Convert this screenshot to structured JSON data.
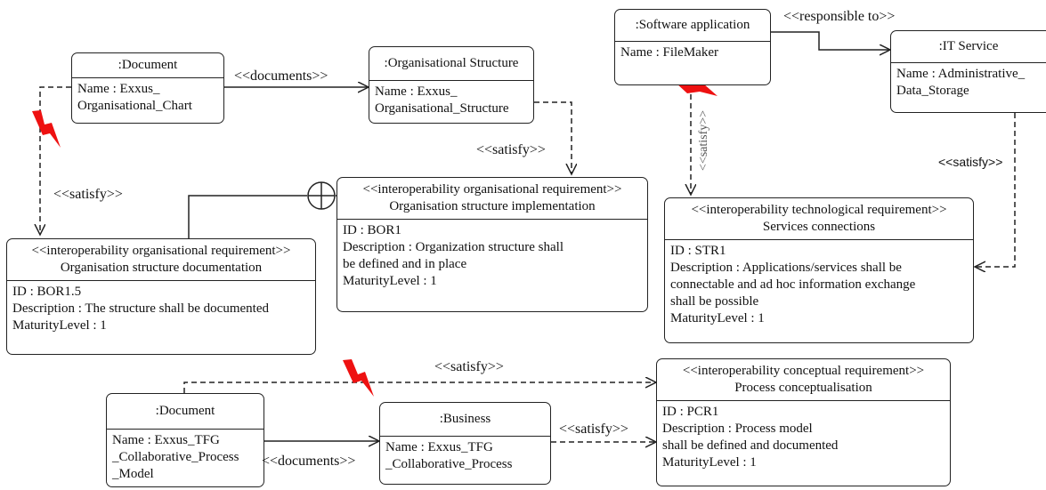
{
  "nodes": {
    "doc1": {
      "title": ":Document",
      "attrs": "Name : Exxus_\nOrganisational_Chart"
    },
    "org_struct": {
      "title": ":Organisational Structure",
      "attrs": "Name : Exxus_\nOrganisational_Structure"
    },
    "software": {
      "title": ":Software application",
      "attrs": "Name : FileMaker"
    },
    "it_service": {
      "title": ":IT Service",
      "attrs": "Name : Administrative_\nData_Storage"
    },
    "bor1": {
      "title": "<<interoperability organisational requirement>>\nOrganisation structure implementation",
      "attrs": "ID : BOR1\nDescription : Organization structure shall\nbe defined and in place\nMaturityLevel : 1"
    },
    "bor15": {
      "title": "<<interoperability organisational requirement>>\nOrganisation structure documentation",
      "attrs": "ID : BOR1.5\nDescription : The structure shall be documented\nMaturityLevel : 1"
    },
    "str1": {
      "title": "<<interoperability technological requirement>>\nServices connections",
      "attrs": "ID : STR1\nDescription : Applications/services shall be\nconnectable and ad hoc information exchange\nshall be possible\nMaturityLevel : 1"
    },
    "pcr1": {
      "title": "<<interoperability conceptual requirement>>\nProcess conceptualisation",
      "attrs": "ID : PCR1\nDescription : Process model\nshall be defined and documented\nMaturityLevel : 1"
    },
    "doc2": {
      "title": ":Document",
      "attrs": "Name : Exxus_TFG\n_Collaborative_Process\n_Model"
    },
    "business": {
      "title": ":Business",
      "attrs": "Name : Exxus_TFG\n_Collaborative_Process"
    }
  },
  "labels": {
    "documents_top": "<<documents>>",
    "satisfy_org": "<<satisfy>>",
    "satisfy_left": "<<satisfy>>",
    "responsible": "<<responsible to>>",
    "satisfy_vertical": "<<satisfy>>",
    "satisfy_it": "<<satisfy>>",
    "satisfy_bottom_top": "<<satisfy>>",
    "satisfy_business": "<<satisfy>>",
    "documents_bottom": "<<documents>>"
  },
  "colors": {
    "problem_marker": "#ee1111",
    "line": "#222222"
  }
}
